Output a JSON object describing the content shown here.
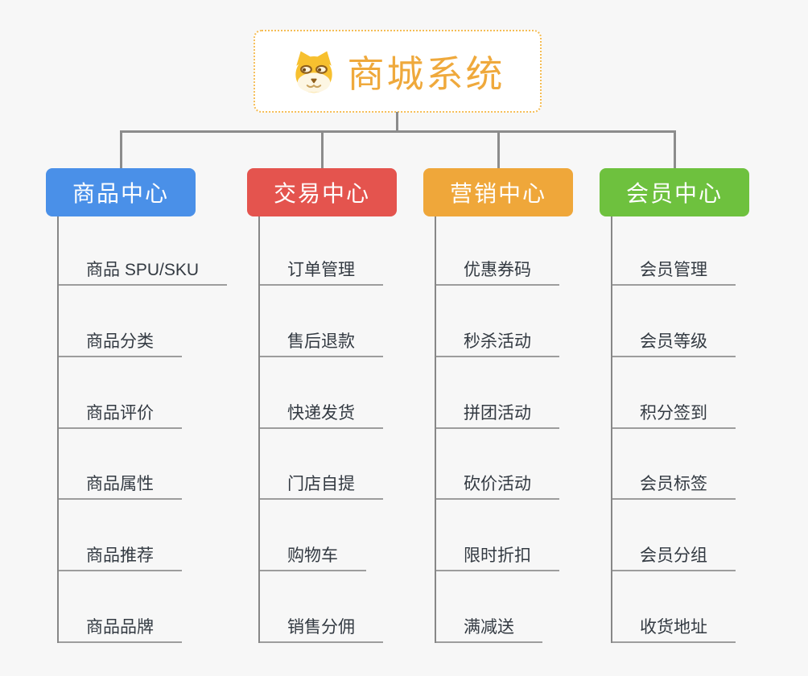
{
  "root": {
    "label": "商城系统",
    "icon": "dog-face-icon",
    "text_color": "#efa93c",
    "border_color": "#f5bd55"
  },
  "branches": [
    {
      "label": "商品中心",
      "color": "#4a90e8",
      "children": [
        "商品 SPU/SKU",
        "商品分类",
        "商品评价",
        "商品属性",
        "商品推荐",
        "商品品牌"
      ]
    },
    {
      "label": "交易中心",
      "color": "#e4544e",
      "children": [
        "订单管理",
        "售后退款",
        "快递发货",
        "门店自提",
        "购物车",
        "销售分佣"
      ]
    },
    {
      "label": "营销中心",
      "color": "#efa73a",
      "children": [
        "优惠券码",
        "秒杀活动",
        "拼团活动",
        "砍价活动",
        "限时折扣",
        "满减送"
      ]
    },
    {
      "label": "会员中心",
      "color": "#6ec13e",
      "children": [
        "会员管理",
        "会员等级",
        "积分签到",
        "会员标签",
        "会员分组",
        "收货地址"
      ]
    }
  ],
  "colors": {
    "background": "#f7f7f7",
    "connector": "#8c8c8c",
    "branch_trunk": "#878787",
    "leaf_underline": "#9d9d9d",
    "leaf_text": "#333a42",
    "branch_text": "#ffffff"
  }
}
